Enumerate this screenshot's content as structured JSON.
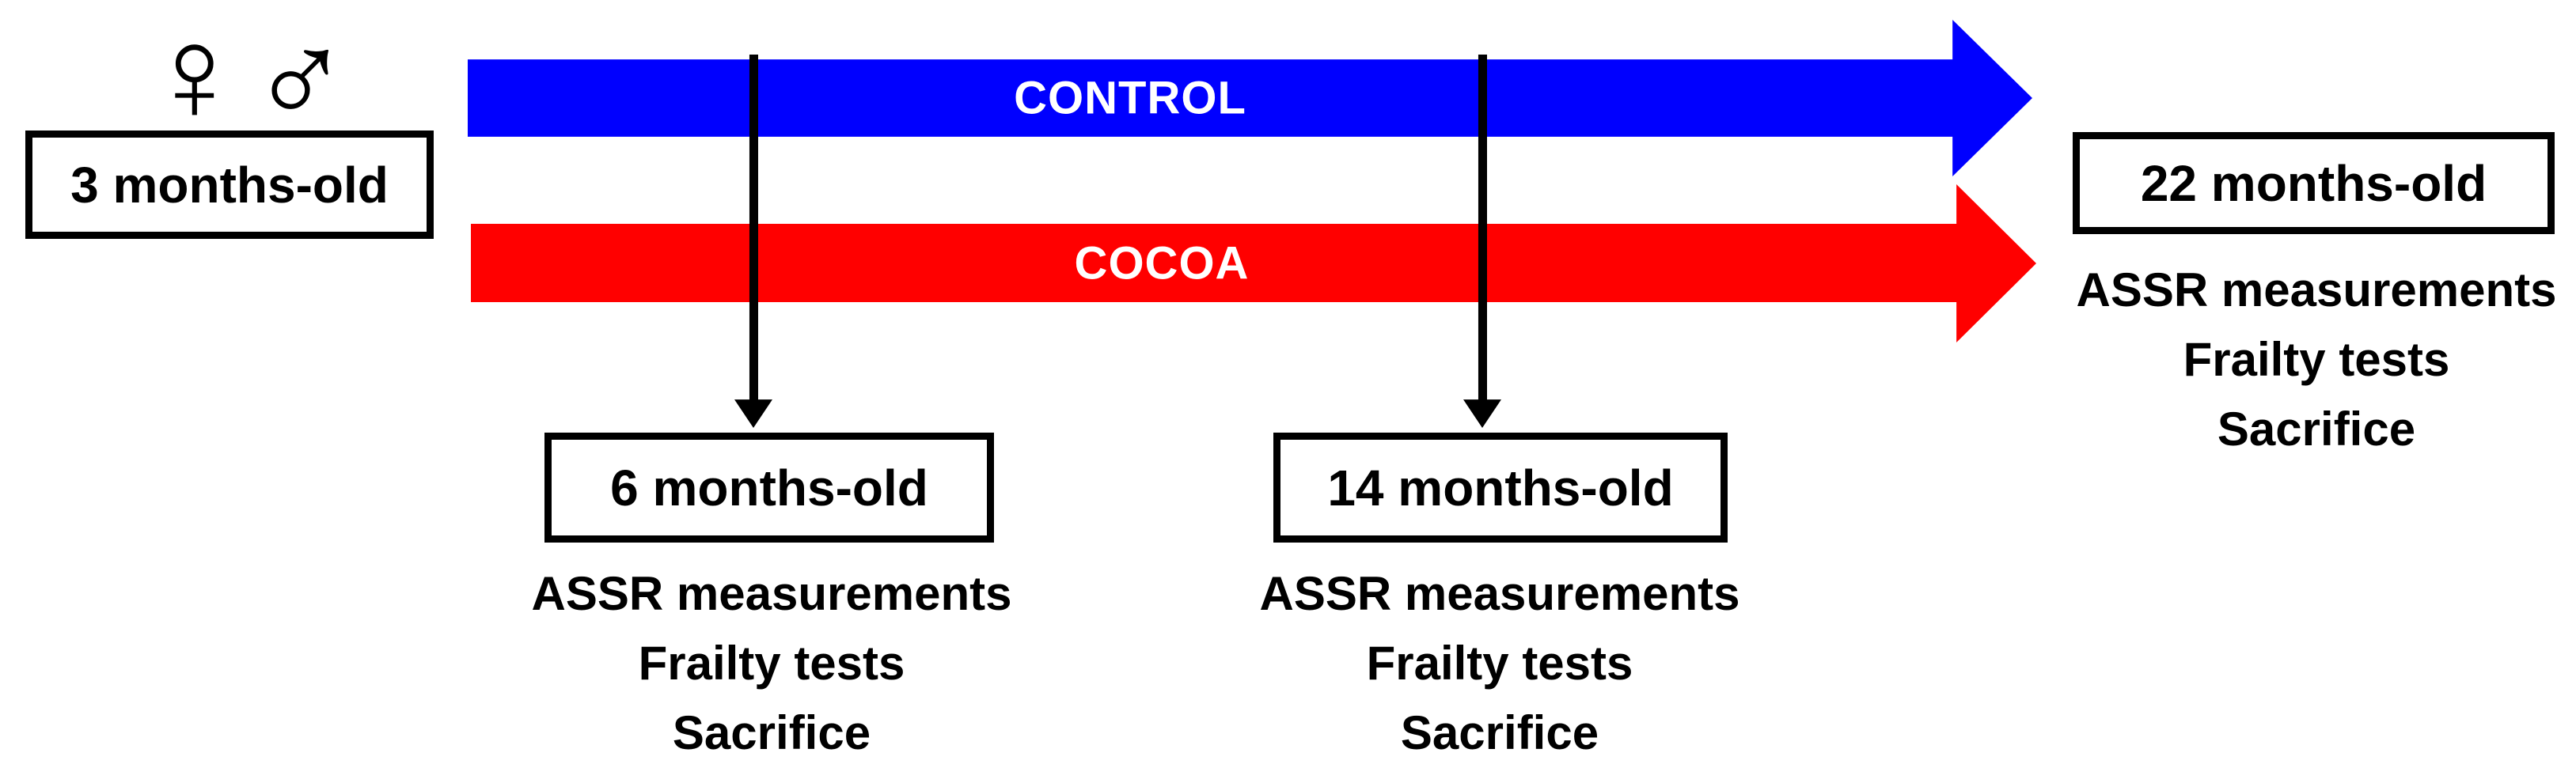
{
  "colors": {
    "control_blue": "#0000FF",
    "cocoa_red": "#FF0000",
    "outline_black": "#000000"
  },
  "subjects": {
    "female_symbol": "♀",
    "male_symbol": "♂"
  },
  "start": {
    "age_label": "3 months-old"
  },
  "groups": [
    {
      "name": "CONTROL"
    },
    {
      "name": "COCOA"
    }
  ],
  "timepoints": [
    {
      "age_label": "6 months-old",
      "events": [
        "ASSR measurements",
        "Frailty tests",
        "Sacrifice"
      ]
    },
    {
      "age_label": "14 months-old",
      "events": [
        "ASSR measurements",
        "Frailty tests",
        "Sacrifice"
      ]
    },
    {
      "age_label": "22 months-old",
      "events": [
        "ASSR measurements",
        "Frailty tests",
        "Sacrifice"
      ]
    }
  ]
}
